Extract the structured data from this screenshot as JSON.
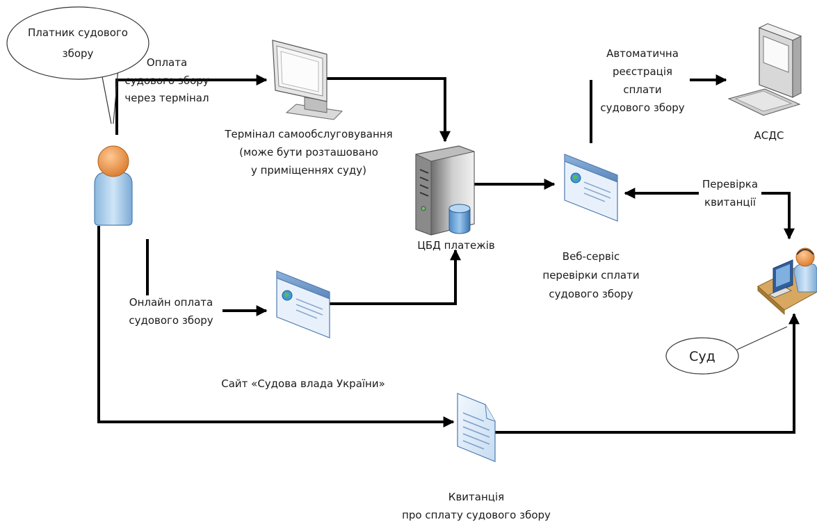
{
  "payer_bubble": {
    "line1": "Платник судового",
    "line2": "збору"
  },
  "court_bubble": {
    "text": "Суд"
  },
  "terminal_payment": {
    "line1": "Оплата",
    "line2": "судового збору",
    "line3": "через термінал"
  },
  "terminal": {
    "line1": "Термінал самообслуговування",
    "line2": "(може бути розташовано",
    "line3": "у приміщеннях суду)"
  },
  "cbd": {
    "label": "ЦБД платежів"
  },
  "auto_registration": {
    "line1": "Автоматична",
    "line2": "реєстрація",
    "line3": "сплати",
    "line4": "судового збору"
  },
  "asds": {
    "label": "АСДС"
  },
  "web_service": {
    "line1": "Веб-сервіс",
    "line2": "перевірки сплати",
    "line3": "судового збору"
  },
  "receipt_check": {
    "line1": "Перевірка",
    "line2": "квитанції"
  },
  "online_payment": {
    "line1": "Онлайн оплата",
    "line2": "судового збору"
  },
  "site": {
    "label": "Сайт «Судова влада України»"
  },
  "receipt": {
    "line1": "Квитанція",
    "line2": "про сплату судового збору"
  }
}
